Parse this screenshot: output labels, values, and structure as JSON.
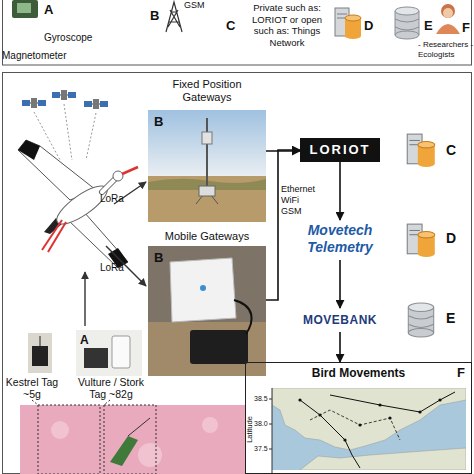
{
  "diagram": {
    "nodes": [
      {
        "text": [
          "Fixed Position Gateways",
          "B"
        ]
      },
      {
        "text": [
          "Mobile Gateways",
          "B"
        ]
      },
      {
        "text": [
          "LORIOT"
        ]
      },
      {
        "text": [
          "Movetech Telemetry"
        ]
      },
      {
        "text": [
          "MOVEBANK"
        ]
      },
      {
        "text": [
          "Bird Movements",
          "F"
        ]
      },
      {
        "text": [
          "Kestrel Tag ~5g"
        ]
      },
      {
        "text": [
          "Vulture / Stork Tag ~82g",
          "A"
        ]
      }
    ],
    "edges": [
      {
        "from": 0,
        "to": 2,
        "arrow": "to"
      },
      {
        "from": 1,
        "to": 2,
        "label": "Ethernet WiFi GSM",
        "arrow": "to"
      },
      {
        "from": 2,
        "to": 3,
        "arrow": "to"
      },
      {
        "from": 3,
        "to": 4,
        "arrow": "to"
      },
      {
        "from": 4,
        "to": 5,
        "arrow": "to"
      }
    ],
    "labels": [
      "A",
      "Gyroscope",
      "Magnetometer",
      "B",
      "GSM",
      "C",
      "Private such as: LORIOT or open such as: Things Network",
      "D",
      "E",
      "F",
      "- Researchers - Ecologists",
      "LoRa",
      "LoRa",
      "C",
      "D",
      "E",
      "38.5",
      "38.0",
      "37.5",
      "Latitude"
    ]
  }
}
